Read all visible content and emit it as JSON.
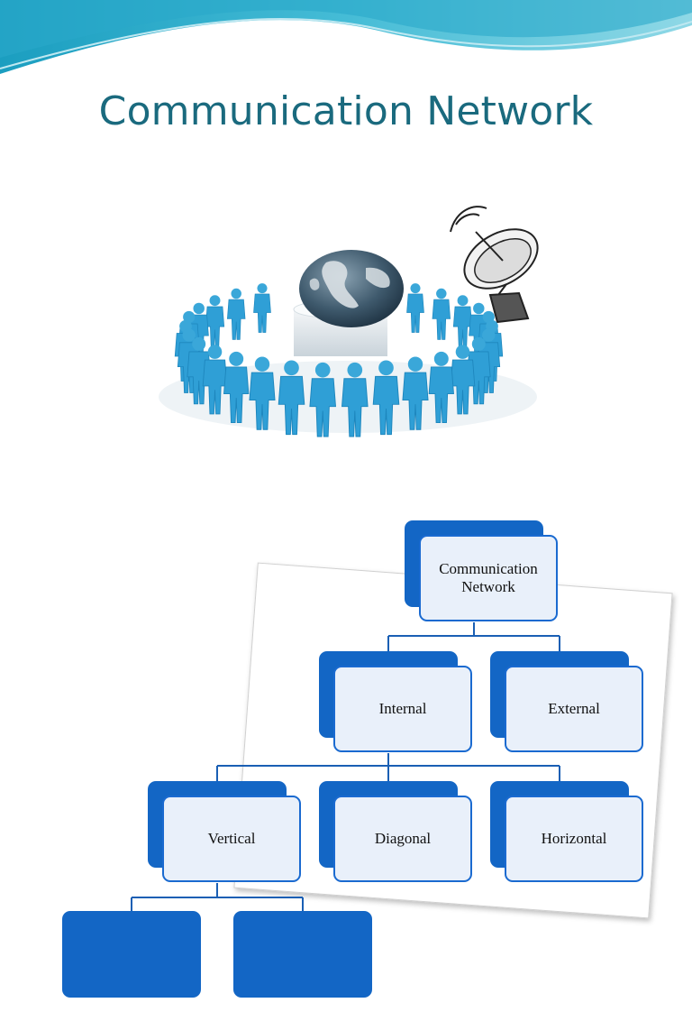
{
  "slide": {
    "title": "Communication Network",
    "accent_color": "#1a6a7e",
    "box_color": "#1366c5"
  },
  "diagram": {
    "root": {
      "label": "Communication Network"
    },
    "level1": [
      {
        "label": "Internal"
      },
      {
        "label": "External"
      }
    ],
    "level2": [
      {
        "label": "Vertical"
      },
      {
        "label": "Diagonal"
      },
      {
        "label": "Horizontal"
      }
    ]
  },
  "illustration": {
    "icons": [
      "globe-icon",
      "people-circle-icon",
      "satellite-dish-icon"
    ]
  }
}
